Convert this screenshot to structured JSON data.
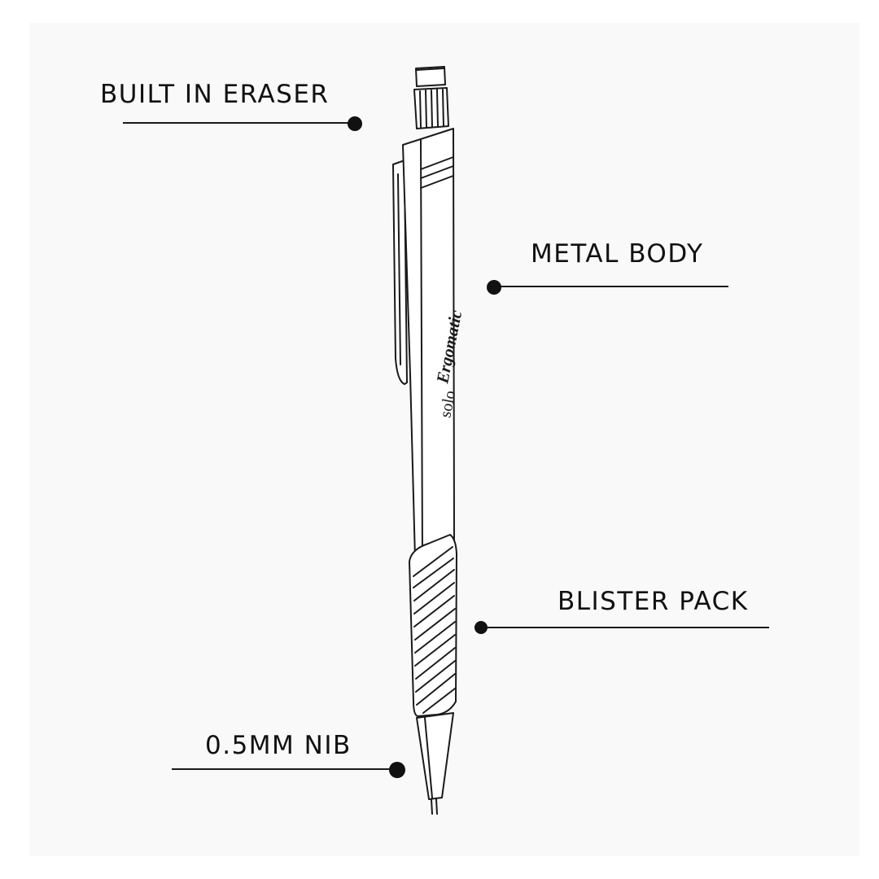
{
  "callouts": [
    {
      "id": "eraser",
      "label": "BUILT IN ERASER"
    },
    {
      "id": "metal",
      "label": "METAL BODY"
    },
    {
      "id": "blister",
      "label": "BLISTER PACK"
    },
    {
      "id": "nib",
      "label": "0.5MM NIB"
    }
  ],
  "pencil": {
    "brand_text": "solo",
    "model_text": "Ergomatic",
    "line_color": "#1a1a1a",
    "dot_color": "#111111"
  }
}
